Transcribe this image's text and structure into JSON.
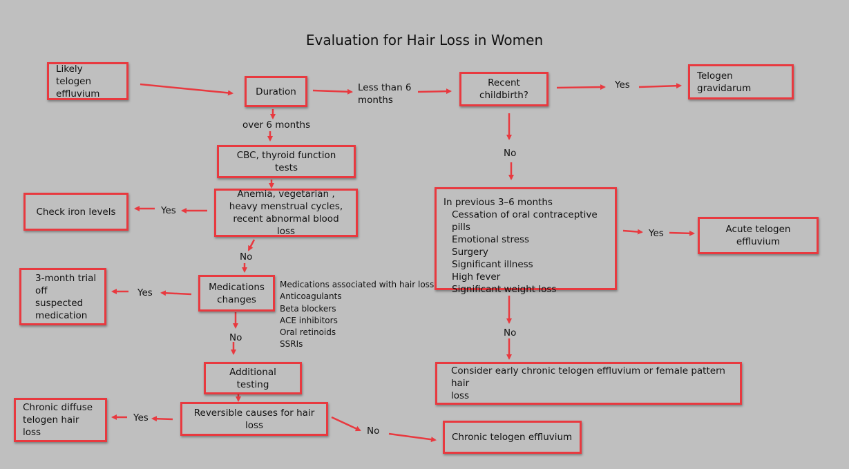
{
  "title": "Evaluation for Hair Loss in Women",
  "colors": {
    "background": "#bfbfbf",
    "accent": "#e8393f"
  },
  "nodes": {
    "likely_telogen": "Likely telogen\neffluvium",
    "duration": "Duration",
    "recent_childbirth": "Recent childbirth?",
    "telogen_gravidarum": "Telogen gravidarum",
    "cbc_thyroid": "CBC, thyroid function tests",
    "anemia": "Anemia, vegetarian ,\nheavy menstrual cycles,\nrecent abnormal blood loss",
    "check_iron": "Check iron levels",
    "medications_changes": "Medications\nchanges",
    "trial_off_meds": "3-month trial\noff suspected\nmedication",
    "additional_testing": "Additional testing",
    "reversible_causes": "Reversible causes for hair loss",
    "chronic_diffuse": "Chronic diffuse\ntelogen hair loss",
    "chronic_telogen": "Chronic telogen effluvium",
    "previous_months": {
      "heading": "In previous 3–6 months",
      "items": [
        "Cessation of oral contraceptive pills",
        "Emotional stress",
        "Surgery",
        "Significant illness",
        "High fever",
        "Significant weight loss"
      ]
    },
    "acute_telogen": "Acute telogen effluvium",
    "consider_early": "Consider early chronic telogen effluvium or female pattern hair\nloss"
  },
  "labels": {
    "less_than_6": "Less than 6\nmonths",
    "over_6": "over 6 months",
    "yes_childbirth": "Yes",
    "no_childbirth": "No",
    "yes_iron": "Yes",
    "no_anemia": "No",
    "yes_medication": "Yes",
    "no_medication": "No",
    "yes_acute": "Yes",
    "no_previous": "No",
    "yes_reversible": "Yes",
    "no_reversible": "No"
  },
  "medications_list": {
    "heading": "Medications associated with hair loss",
    "items": [
      "Anticoagulants",
      "Beta blockers",
      "ACE inhibitors",
      "Oral retinoids",
      "SSRIs"
    ]
  }
}
